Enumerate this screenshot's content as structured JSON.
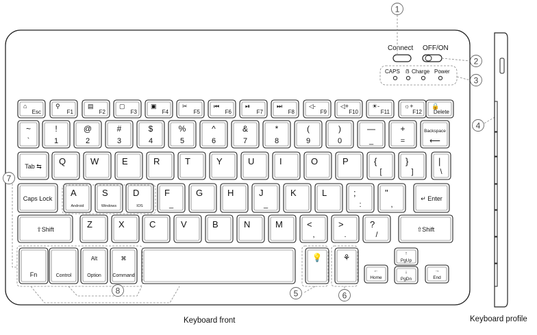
{
  "captions": {
    "front": "Keyboard front",
    "profile": "Keyboard profile"
  },
  "controls": {
    "connect": "Connect",
    "offon": "OFF/ON",
    "caps": "CAPS",
    "bt": "ẞ",
    "charge": "Charge",
    "power": "Power"
  },
  "callouts": [
    "1",
    "2",
    "3",
    "4",
    "5",
    "6",
    "7",
    "8"
  ],
  "keys": {
    "r1": [
      {
        "t": "⌂",
        "b": "Esc"
      },
      {
        "t": "⚲",
        "b": "F1"
      },
      {
        "t": "▤",
        "b": "F2"
      },
      {
        "t": "▢",
        "b": "F3"
      },
      {
        "t": "▣",
        "b": "F4"
      },
      {
        "t": "✂",
        "b": "F5"
      },
      {
        "t": "⏮",
        "b": "F6"
      },
      {
        "t": "⏯",
        "b": "F7"
      },
      {
        "t": "⏭",
        "b": "F8"
      },
      {
        "t": "◁-",
        "b": "F9"
      },
      {
        "t": "◁+",
        "b": "F10"
      },
      {
        "t": "☀-",
        "b": "F11"
      },
      {
        "t": "☼+",
        "b": "F12"
      },
      {
        "t": "🔒",
        "b": "Delete"
      }
    ],
    "r2": [
      {
        "t": "~",
        "b": "`"
      },
      {
        "t": "!",
        "b": "1"
      },
      {
        "t": "@",
        "b": "2"
      },
      {
        "t": "#",
        "b": "3"
      },
      {
        "t": "$",
        "b": "4"
      },
      {
        "t": "%",
        "b": "5"
      },
      {
        "t": "^",
        "b": "6"
      },
      {
        "t": "&",
        "b": "7"
      },
      {
        "t": "*",
        "b": "8"
      },
      {
        "t": "(",
        "b": "9"
      },
      {
        "t": ")",
        "b": "0"
      },
      {
        "t": "—",
        "b": "_"
      },
      {
        "t": "+",
        "b": "="
      },
      {
        "t": "Backspace",
        "b": "⟵"
      }
    ],
    "r3": [
      {
        "t": "Tab ⇆"
      },
      {
        "t": "Q"
      },
      {
        "t": "W"
      },
      {
        "t": "E"
      },
      {
        "t": "R"
      },
      {
        "t": "T"
      },
      {
        "t": "Y"
      },
      {
        "t": "U"
      },
      {
        "t": "I"
      },
      {
        "t": "O"
      },
      {
        "t": "P"
      },
      {
        "t": "{",
        "b": "["
      },
      {
        "t": "}",
        "b": "]"
      },
      {
        "t": "|",
        "b": "\\"
      }
    ],
    "r4": [
      {
        "t": "Caps Lock"
      },
      {
        "t": "A",
        "b": "Android"
      },
      {
        "t": "S",
        "b": "Windows"
      },
      {
        "t": "D",
        "b": "IOS"
      },
      {
        "t": "F",
        "b": "_"
      },
      {
        "t": "G"
      },
      {
        "t": "H"
      },
      {
        "t": "J",
        "b": "_"
      },
      {
        "t": "K"
      },
      {
        "t": "L"
      },
      {
        "t": ";",
        "b": ":"
      },
      {
        "t": "\"",
        "b": ","
      },
      {
        "t": "↵ Enter"
      }
    ],
    "r5": [
      {
        "t": "⇧Shift"
      },
      {
        "t": "Z"
      },
      {
        "t": "X"
      },
      {
        "t": "C"
      },
      {
        "t": "V"
      },
      {
        "t": "B"
      },
      {
        "t": "N"
      },
      {
        "t": "M"
      },
      {
        "t": "<",
        "b": ","
      },
      {
        "t": ">",
        "b": "."
      },
      {
        "t": "?",
        "b": "/"
      },
      {
        "t": "⇧Shift"
      }
    ],
    "r6": [
      {
        "b": "Fn"
      },
      {
        "b": "Control"
      },
      {
        "t": "Alt",
        "b": "Option"
      },
      {
        "t": "⌘",
        "b": "Command"
      },
      {
        "b": ""
      },
      {
        "t": "💡"
      },
      {
        "t": "⚘"
      },
      {
        "t": "←",
        "b": "Home"
      },
      {
        "t": "↑",
        "b": "PgUp"
      },
      {
        "t": "↓",
        "b": "PgDn"
      },
      {
        "t": "→",
        "b": "End"
      }
    ]
  }
}
